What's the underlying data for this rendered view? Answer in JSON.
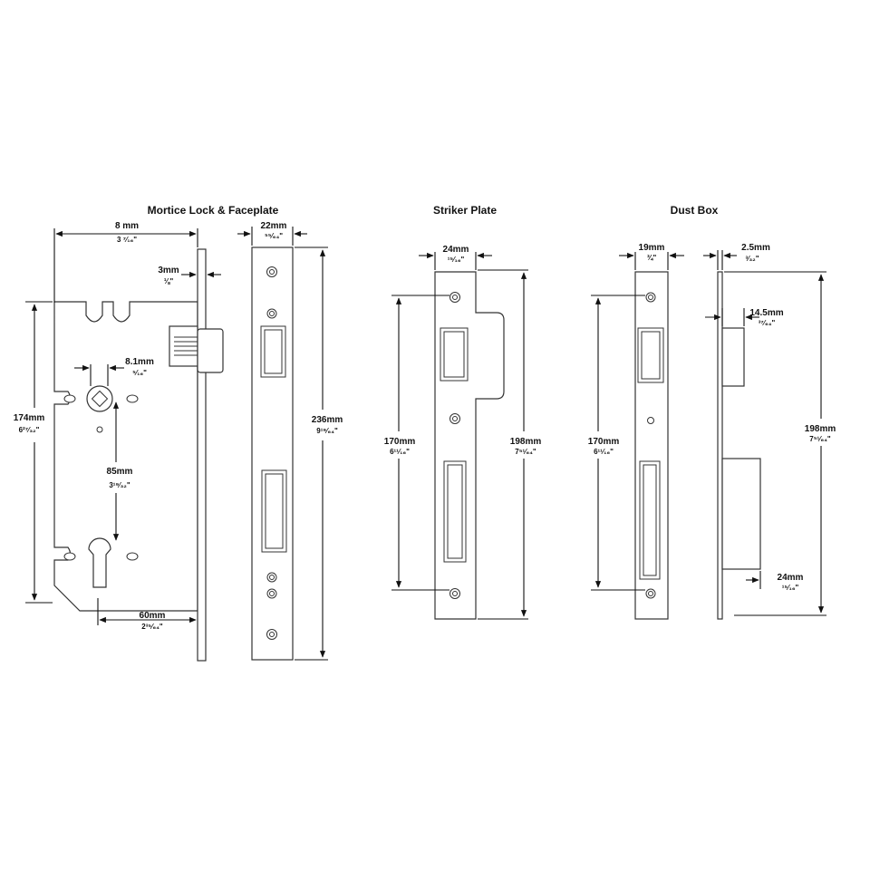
{
  "titles": {
    "mortice": "Mortice Lock & Faceplate",
    "striker": "Striker Plate",
    "dustbox": "Dust Box"
  },
  "mortice": {
    "backset_mm": "8  mm",
    "backset_in": "3 ⁷⁄₁₆\"",
    "faceplate_thickness_mm": "3mm",
    "faceplate_thickness_in": "⅛\"",
    "spindle_mm": "8.1mm",
    "spindle_in": "⁵⁄₁₆\"",
    "height_mm": "174mm",
    "height_in": "6²⁷⁄₃₂\"",
    "centres_mm": "85mm",
    "centres_in": "3¹⁹⁄₃₂\"",
    "case_depth_mm": "60mm",
    "case_depth_in": "2³⁵⁄₆₄\""
  },
  "faceplate": {
    "width_mm": "22mm",
    "width_in": "⁵⁵⁄₆₄\"",
    "height_mm": "236mm",
    "height_in": "9¹⁹⁄₆₄\""
  },
  "striker": {
    "width_mm": "24mm",
    "width_in": "¹⁵⁄₁₆\"",
    "centres_mm": "170mm",
    "centres_in": "6¹¹⁄₁₆\"",
    "height_mm": "198mm",
    "height_in": "7⁵¹⁄₆₄\""
  },
  "dustbox": {
    "plate_width_mm": "19mm",
    "plate_width_in": "¾\"",
    "centres_mm": "170mm",
    "centres_in": "6¹¹⁄₁₆\"",
    "thickness_mm": "2.5mm",
    "thickness_in": "³⁄₃₂\"",
    "box_depth_mm": "14.5mm",
    "box_depth_in": "³⁷⁄₆₄\"",
    "height_mm": "198mm",
    "height_in": "7⁵¹⁄₆₄\"",
    "box_width_mm": "24mm",
    "box_width_in": "¹⁵⁄₁₆\""
  }
}
